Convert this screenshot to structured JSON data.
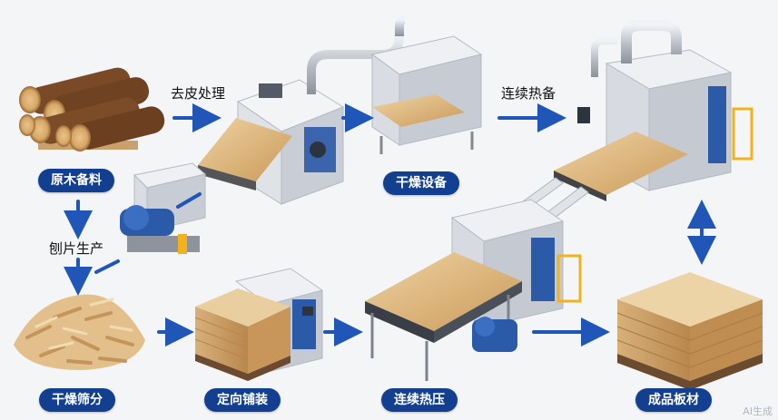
{
  "labels": {
    "raw_wood": "原木备料",
    "debark": "去皮处理",
    "dry_equipment": "干燥设备",
    "continuous_preheat": "连续热备",
    "flake_production": "刨片生产",
    "dry_screen": "干燥筛分",
    "oriented_forming": "定向铺装",
    "continuous_press": "连续热压",
    "finished_board": "成品板材"
  },
  "watermark": "AI生成",
  "colors": {
    "pill": "#123f8f",
    "arrow": "#1f56b8",
    "machine_body": "#e6e8ec",
    "machine_blue": "#2a5aa8",
    "wood": "#d9b27a",
    "osb": "#e3c48e",
    "log_bark": "#7a4a26",
    "rail_yellow": "#f2b21b"
  }
}
